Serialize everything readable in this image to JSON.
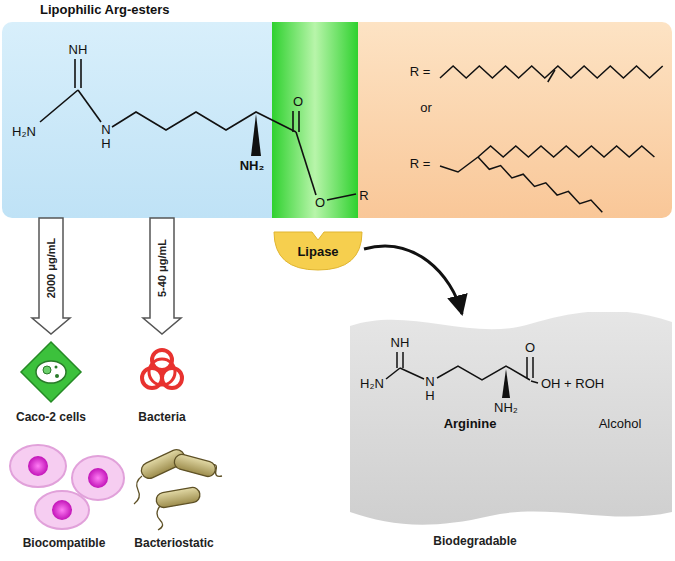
{
  "diagram": {
    "title": "Lipophilic Arg-esters",
    "nodes": [
      {
        "text": [
          "NH",
          "H₂N",
          "N H",
          "NH₂"
        ]
      },
      {
        "text": [
          "O",
          "O"
        ]
      },
      {
        "text": [
          "R",
          "R =",
          "or",
          "R ="
        ]
      },
      {
        "text": [
          "Lipase"
        ]
      },
      {
        "text": [
          "Caco-2 cells"
        ]
      },
      {
        "text": [
          "Bacteria"
        ]
      },
      {
        "text": [
          "Biocompatible"
        ]
      },
      {
        "text": [
          "Bacteriostatic"
        ]
      },
      {
        "text": [
          "NH",
          "H₂N",
          "N H",
          "O",
          "OH + ROH",
          "NH₂",
          "Arginine",
          "Alcohol",
          "Biodegradable"
        ]
      }
    ],
    "edges": [
      {
        "from": 0,
        "to": 4,
        "arrow": "to",
        "label": "2000 μg/mL"
      },
      {
        "from": 0,
        "to": 5,
        "arrow": "to",
        "label": "5-40 μg/mL"
      },
      {
        "from": 3,
        "to": 8,
        "arrow": "to"
      }
    ]
  }
}
